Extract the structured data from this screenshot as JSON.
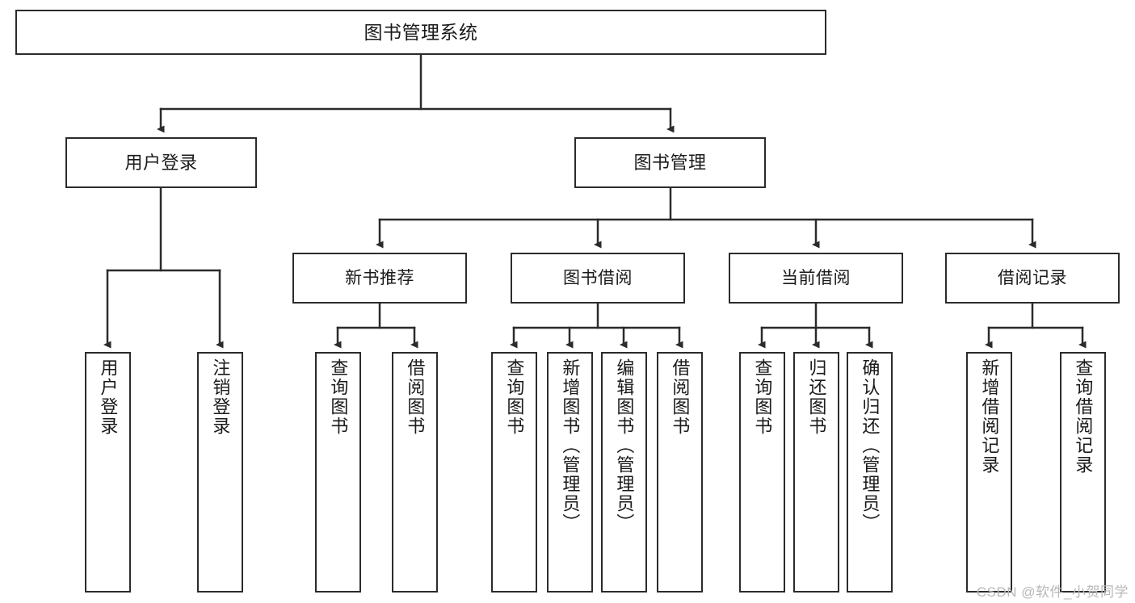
{
  "diagram": {
    "type": "tree",
    "title": "图书管理系统",
    "watermark": "CSDN @软件_小贺同学",
    "stroke_color": "#2b2b2b",
    "fill_color": "#ffffff",
    "text_color": "#1a1a1a",
    "watermark_color": "#b8b8b8",
    "root": {
      "label": "图书管理系统"
    },
    "level2": [
      {
        "label": "用户登录"
      },
      {
        "label": "图书管理"
      }
    ],
    "level3": [
      {
        "label": "新书推荐"
      },
      {
        "label": "图书借阅"
      },
      {
        "label": "当前借阅"
      },
      {
        "label": "借阅记录"
      }
    ],
    "leaves": {
      "user_login": [
        {
          "label": "用户登录"
        },
        {
          "label": "注销登录"
        }
      ],
      "new_book_recommend": [
        {
          "label": "查询图书"
        },
        {
          "label": "借阅图书"
        }
      ],
      "book_borrow": [
        {
          "label": "查询图书"
        },
        {
          "label": "新增图书（管理员）"
        },
        {
          "label": "编辑图书（管理员）"
        },
        {
          "label": "借阅图书"
        }
      ],
      "current_borrow": [
        {
          "label": "查询图书"
        },
        {
          "label": "归还图书"
        },
        {
          "label": "确认归还（管理员）"
        }
      ],
      "borrow_records": [
        {
          "label": "新增借阅记录"
        },
        {
          "label": "查询借阅记录"
        }
      ]
    }
  }
}
